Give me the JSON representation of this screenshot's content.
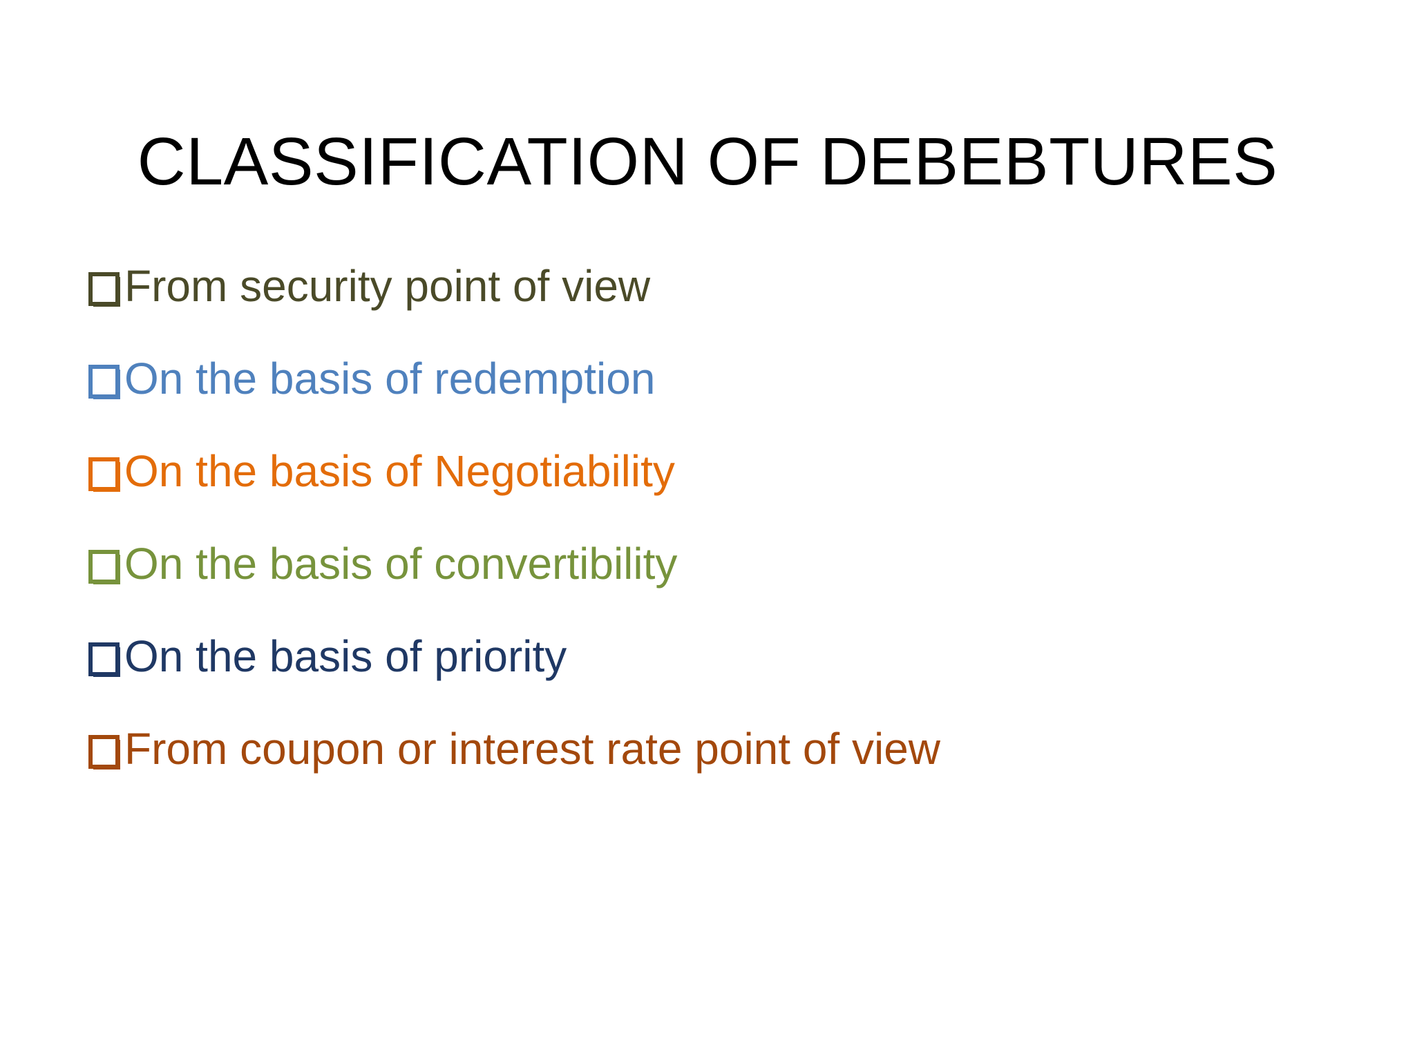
{
  "slide": {
    "background_color": "#ffffff",
    "title": "CLASSIFICATION OF DEBEBTURES",
    "title_color": "#000000",
    "bullet_marker_icon": "hollow-square-bullet-icon",
    "bullets": [
      {
        "text": "From security point of view",
        "color": "#4a4a28"
      },
      {
        "text": "On the basis of redemption",
        "color": "#4f81bd"
      },
      {
        "text": "On the basis of Negotiability",
        "color": "#e36c09"
      },
      {
        "text": "On the basis of convertibility",
        "color": "#77933c"
      },
      {
        "text": "On the basis of priority",
        "color": "#1f3864"
      },
      {
        "text": "From coupon or interest rate point of view",
        "color": "#a3480c"
      }
    ]
  }
}
